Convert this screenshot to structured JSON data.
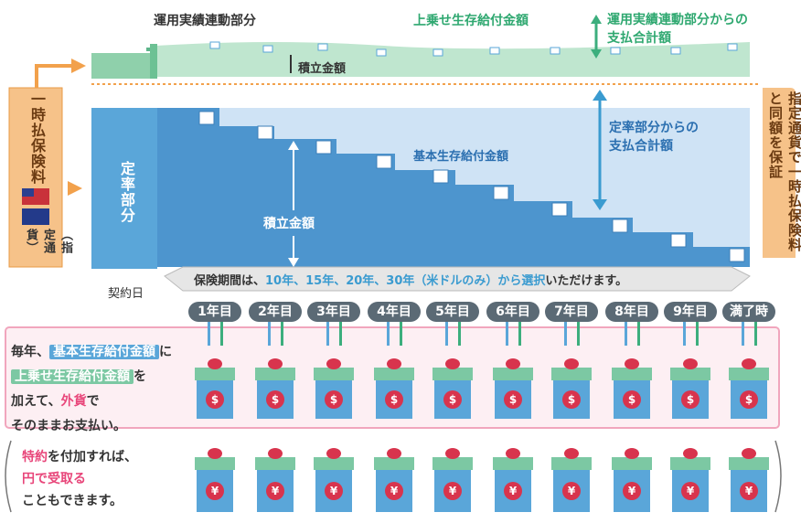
{
  "header": {
    "unyo_label": "運用実績連動部分",
    "uwanose_label": "上乗せ生存給付金額",
    "unyo_total": "運用実績連動部分からの\n支払合計額",
    "tsumitate_top": "積立金額"
  },
  "left": {
    "ichiji": "一時払保険料",
    "shitei": "（指定通貨）"
  },
  "middle": {
    "teiritsu": "定率部分",
    "tsumitate": "積立金額",
    "kihon": "基本生存給付金額",
    "teiritsu_total": "定率部分からの\n支払合計額"
  },
  "right": {
    "guarantee": "指定通貨で一時払保険料と同額を保証"
  },
  "period": {
    "contract_day": "契約日",
    "text_a": "保険期間は、",
    "text_b": "10年、15年、20年、30年（米ドルのみ）から選択",
    "text_c": "いただけます。"
  },
  "years": [
    "1年目",
    "2年目",
    "3年目",
    "4年目",
    "5年目",
    "6年目",
    "7年目",
    "8年目",
    "9年目",
    "満了時"
  ],
  "pay": {
    "l1a": "毎年、",
    "l1b": "基本生存給付金額",
    "l1c": "に",
    "l2a": "上乗せ生存給付金額",
    "l2b": "を",
    "l3a": "加えて、",
    "l3b": "外貨",
    "l3c": "で",
    "l4": "そのままお支払い。"
  },
  "yen": {
    "l1a": "特約",
    "l1b": "を付加すれば、",
    "l2": "円で受取る",
    "l3": "こともできます。"
  },
  "symbols": {
    "dollar": "$",
    "yen": "¥"
  },
  "colors": {
    "blue": "#5aa6d9",
    "green": "#7cc8a3",
    "pink": "#e8467a",
    "orange": "#f2a14c"
  }
}
